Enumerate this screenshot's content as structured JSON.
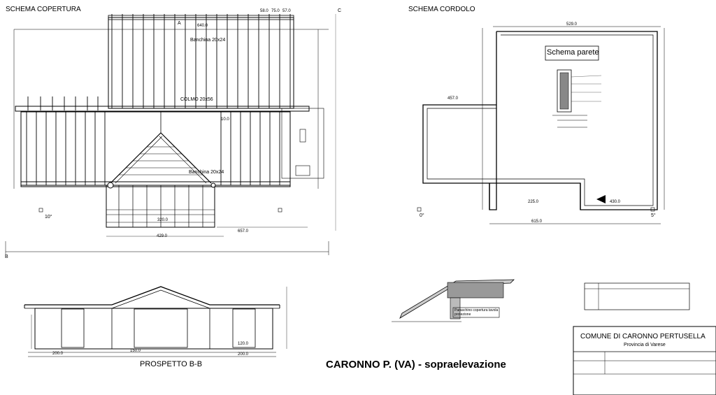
{
  "labels": {
    "schema_copertura": "SCHEMA COPERTURA",
    "schema_cordolo": "SCHEMA CORDOLO",
    "schema_parete": "Schema parete",
    "prospetto": "PROSPETTO B-B",
    "main_title": "CARONNO P. (VA) - sopraelevazione",
    "travetti_top": "Banchina 20x24",
    "colmo": "COLMO 20x56",
    "banchina_bottom": "Banchina 20x24",
    "section_a": "A",
    "section_b": "B",
    "section_c": "C",
    "deg_left": "10°",
    "deg_mid": "0°",
    "deg_right": "5°"
  },
  "detail_notes": {
    "roof_note": "Paraschino copertura tavola protezione"
  },
  "title_block": {
    "comune": "COMUNE DI CARONNO PERTUSELLA",
    "provincia": "Provincia di Varese"
  },
  "colors": {
    "ink": "#000000",
    "faint": "#555555"
  }
}
